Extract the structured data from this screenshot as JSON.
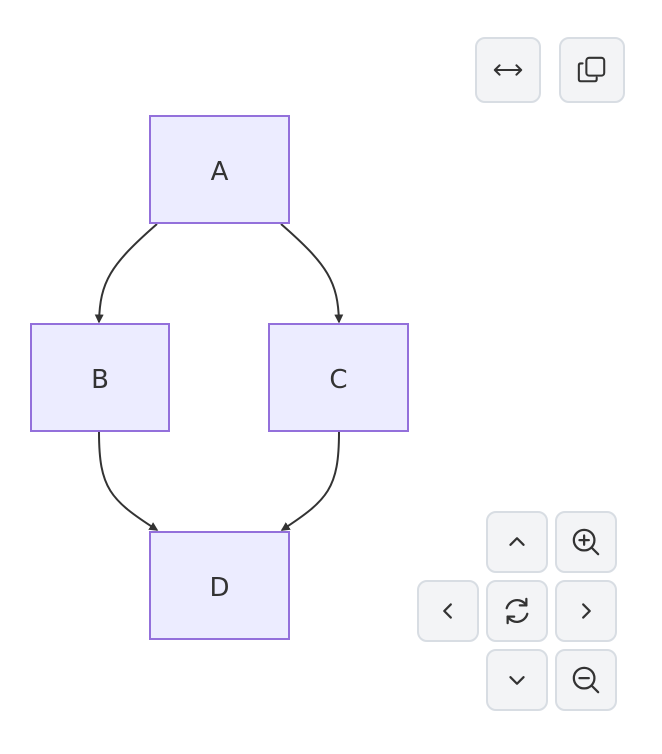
{
  "diagram": {
    "type": "flowchart",
    "nodes": [
      {
        "id": "A",
        "label": "A"
      },
      {
        "id": "B",
        "label": "B"
      },
      {
        "id": "C",
        "label": "C"
      },
      {
        "id": "D",
        "label": "D"
      }
    ],
    "edges": [
      {
        "from": "A",
        "to": "B"
      },
      {
        "from": "A",
        "to": "C"
      },
      {
        "from": "B",
        "to": "D"
      },
      {
        "from": "C",
        "to": "D"
      }
    ],
    "colors": {
      "node_fill": "#ececff",
      "node_stroke": "#9370db",
      "edge": "#333333",
      "label": "#333333"
    }
  },
  "controls": {
    "top": [
      {
        "name": "fit-width-button",
        "icon": "arrows-horizontal-icon"
      },
      {
        "name": "copy-button",
        "icon": "copy-icon"
      }
    ],
    "nav": [
      {
        "name": "pan-up-button",
        "icon": "chevron-up-icon"
      },
      {
        "name": "zoom-in-button",
        "icon": "zoom-in-icon"
      },
      {
        "name": "pan-left-button",
        "icon": "chevron-left-icon"
      },
      {
        "name": "reset-view-button",
        "icon": "refresh-icon"
      },
      {
        "name": "pan-right-button",
        "icon": "chevron-right-icon"
      },
      {
        "name": "pan-down-button",
        "icon": "chevron-down-icon"
      },
      {
        "name": "zoom-out-button",
        "icon": "zoom-out-icon"
      }
    ],
    "button_colors": {
      "background": "#f3f4f6",
      "border": "#d8dde3",
      "icon": "#333333"
    }
  }
}
